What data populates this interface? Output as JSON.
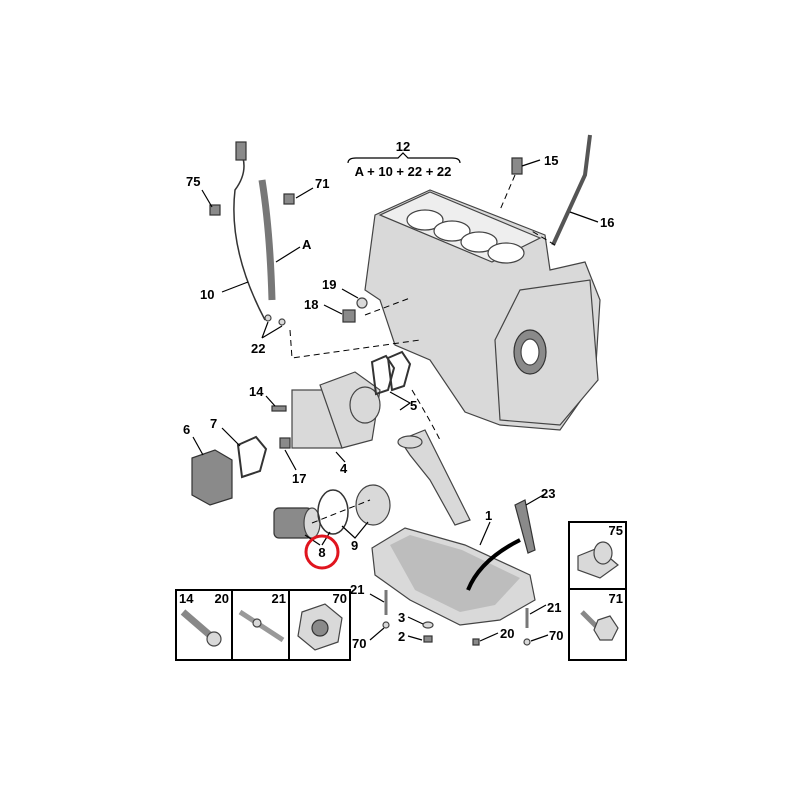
{
  "diagram": {
    "group_label": "12",
    "group_formula": "A + 10 + 22 + 22",
    "highlight_color": "#e0141e",
    "callouts": {
      "c15": "15",
      "c16": "16",
      "c75": "75",
      "c71": "71",
      "cA": "A",
      "c10": "10",
      "c22": "22",
      "c19": "19",
      "c18": "18",
      "c14": "14",
      "c5": "5",
      "c7": "7",
      "c6": "6",
      "c17": "17",
      "c4": "4",
      "c23": "23",
      "c1": "1",
      "c8": "8",
      "c9": "9",
      "c21a": "21",
      "c70a": "70",
      "c3": "3",
      "c2": "2",
      "c20": "20",
      "c21b": "21",
      "c70b": "70"
    },
    "legend_left": [
      {
        "labels": [
          "14",
          "20"
        ],
        "part": "bolt"
      },
      {
        "labels": [
          "21"
        ],
        "part": "stud"
      },
      {
        "labels": [
          "70"
        ],
        "part": "flange-nut"
      }
    ],
    "legend_right": [
      {
        "labels": [
          "75"
        ],
        "part": "clip"
      },
      {
        "labels": [
          "71"
        ],
        "part": "screw"
      }
    ]
  }
}
